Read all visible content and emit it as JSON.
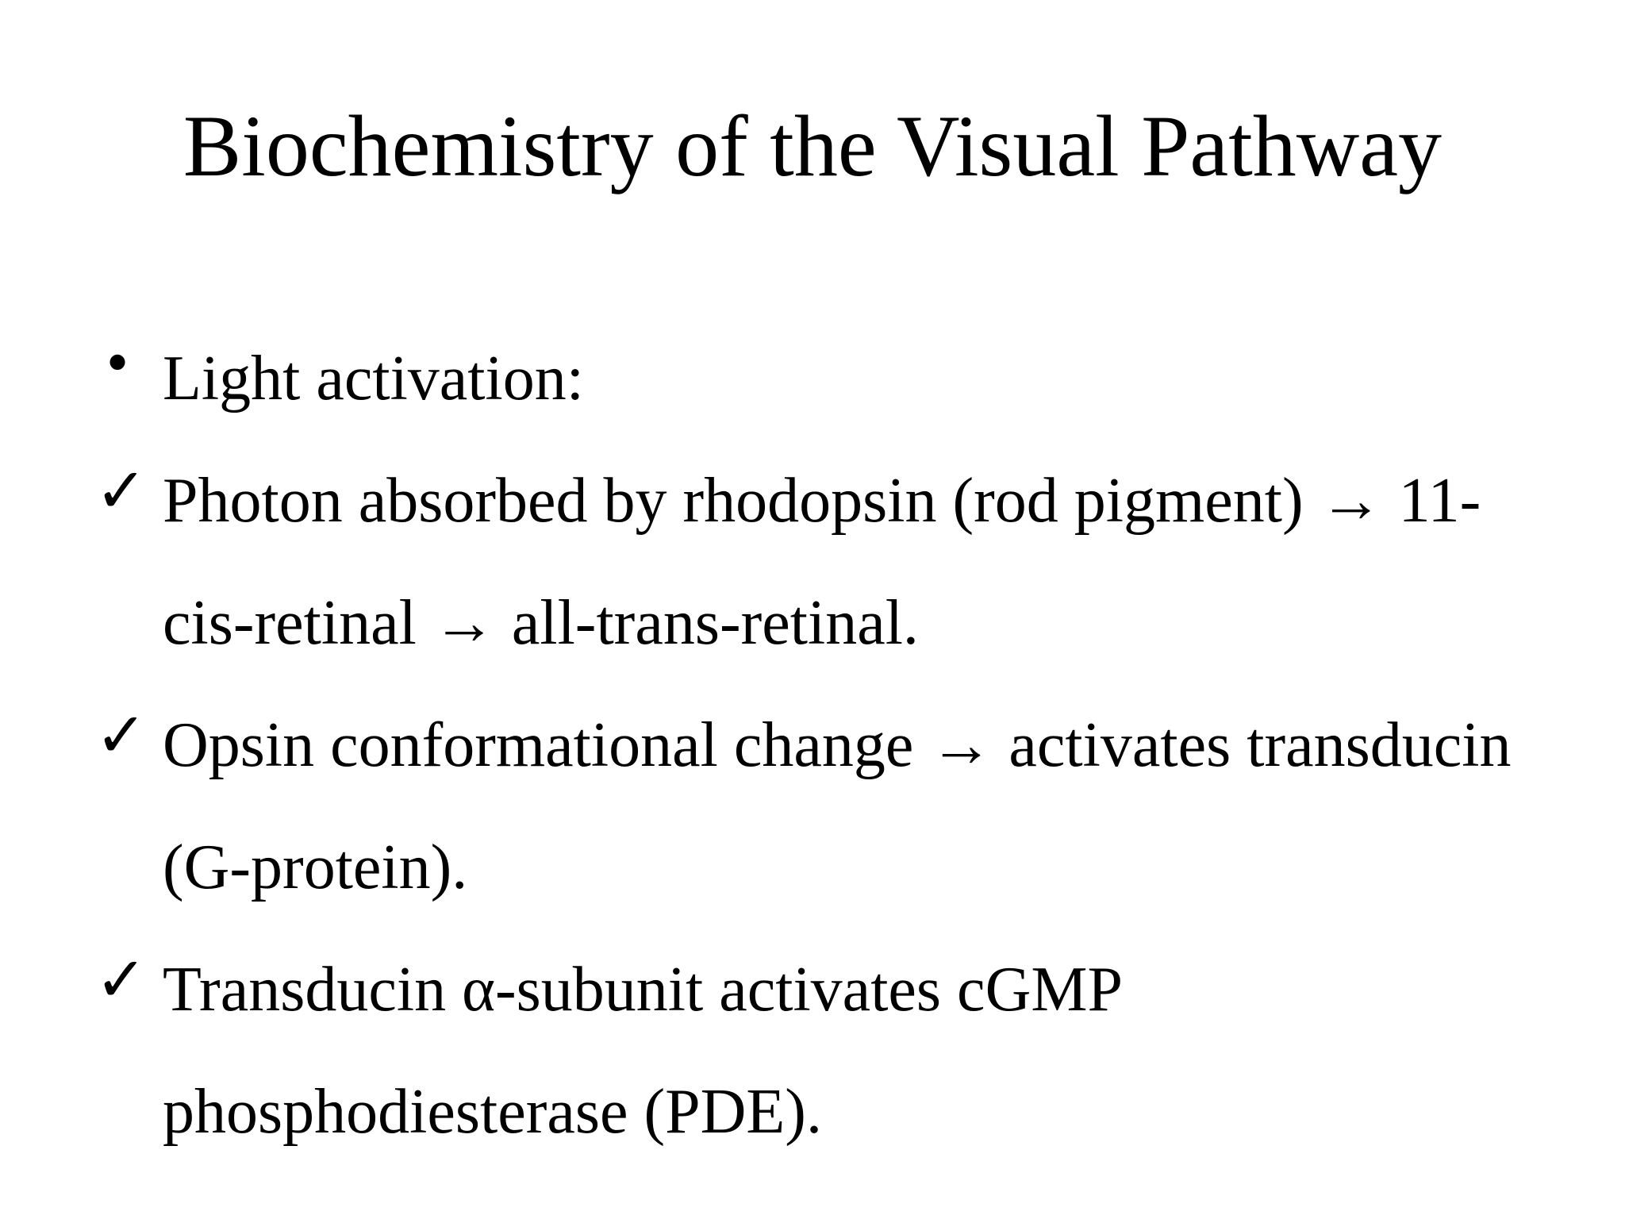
{
  "slide": {
    "title": "Biochemistry of the Visual Pathway",
    "bullets": [
      {
        "marker": "dot",
        "glyph": "•",
        "text": "Light activation:"
      },
      {
        "marker": "check",
        "glyph": "✓",
        "text": "Photon absorbed by rhodopsin (rod pigment) → 11-cis-retinal → all-trans-retinal."
      },
      {
        "marker": "check",
        "glyph": "✓",
        "text": "Opsin conformational change → activates transducin (G-protein)."
      },
      {
        "marker": "check",
        "glyph": "✓",
        "text": "Transducin α-subunit activates cGMP phosphodiesterase (PDE)."
      }
    ],
    "colors": {
      "background": "#ffffff",
      "text": "#000000"
    }
  }
}
